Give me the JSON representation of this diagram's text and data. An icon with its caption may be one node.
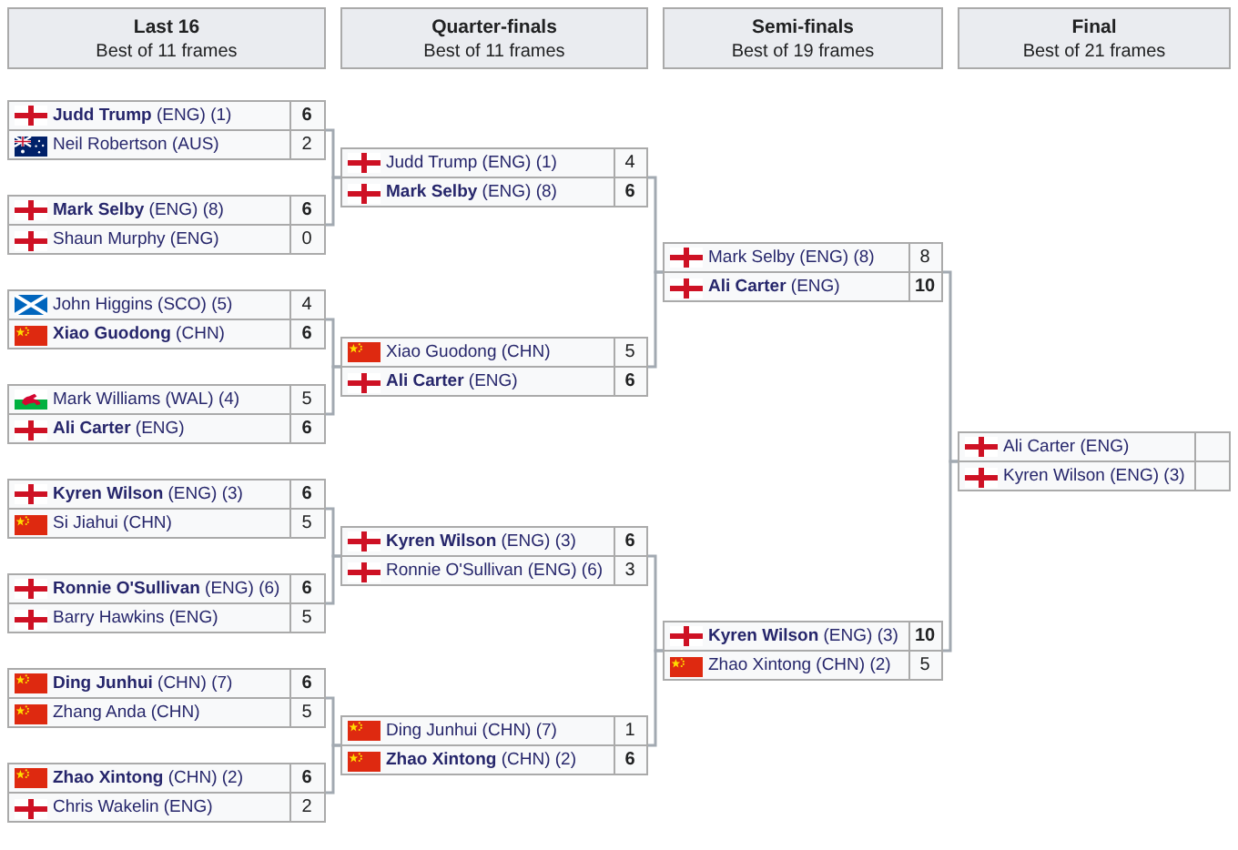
{
  "diagram": {
    "nodes": [
      {
        "text": [
          "Last 16",
          "Best of 11 frames"
        ]
      },
      {
        "text": [
          "Quarter-finals",
          "Best of 11 frames"
        ]
      },
      {
        "text": [
          "Semi-finals",
          "Best of 19 frames"
        ]
      },
      {
        "text": [
          "Final",
          "Best of 21 frames"
        ]
      },
      {
        "text": [
          "**Judd Trump** (ENG) (1)",
          "6",
          "Neil Robertson (AUS)",
          "2"
        ]
      },
      {
        "text": [
          "**Mark Selby** (ENG) (8)",
          "6",
          "Shaun Murphy (ENG)",
          "0"
        ]
      },
      {
        "text": [
          "John Higgins (SCO) (5)",
          "4",
          "**Xiao Guodong** (CHN)",
          "6"
        ]
      },
      {
        "text": [
          "Mark Williams (WAL) (4)",
          "5",
          "**Ali Carter** (ENG)",
          "6"
        ]
      },
      {
        "text": [
          "**Kyren Wilson** (ENG) (3)",
          "6",
          "Si Jiahui (CHN)",
          "5"
        ]
      },
      {
        "text": [
          "**Ronnie O'Sullivan** (ENG) (6)",
          "6",
          "Barry Hawkins (ENG)",
          "5"
        ]
      },
      {
        "text": [
          "**Ding Junhui** (CHN) (7)",
          "6",
          "Zhang Anda (CHN)",
          "5"
        ]
      },
      {
        "text": [
          "**Zhao Xintong** (CHN) (2)",
          "6",
          "Chris Wakelin (ENG)",
          "2"
        ]
      },
      {
        "text": [
          "Judd Trump (ENG) (1)",
          "4",
          "**Mark Selby** (ENG) (8)",
          "6"
        ]
      },
      {
        "text": [
          "Xiao Guodong (CHN)",
          "5",
          "**Ali Carter** (ENG)",
          "6"
        ]
      },
      {
        "text": [
          "**Kyren Wilson** (ENG) (3)",
          "6",
          "Ronnie O'Sullivan (ENG) (6)",
          "3"
        ]
      },
      {
        "text": [
          "Ding Junhui (CHN) (7)",
          "1",
          "**Zhao Xintong** (CHN) (2)",
          "6"
        ]
      },
      {
        "text": [
          "Mark Selby (ENG) (8)",
          "8",
          "**Ali Carter** (ENG)",
          "10"
        ]
      },
      {
        "text": [
          "**Kyren Wilson** (ENG) (3)",
          "10",
          "Zhao Xintong (CHN) (2)",
          "5"
        ]
      },
      {
        "text": [
          "Ali Carter (ENG)",
          "Kyren Wilson (ENG) (3)"
        ]
      }
    ],
    "edges": [
      {
        "from": 4,
        "to": 12,
        "arrow": "none"
      },
      {
        "from": 5,
        "to": 12,
        "arrow": "none"
      },
      {
        "from": 6,
        "to": 13,
        "arrow": "none"
      },
      {
        "from": 7,
        "to": 13,
        "arrow": "none"
      },
      {
        "from": 8,
        "to": 14,
        "arrow": "none"
      },
      {
        "from": 9,
        "to": 14,
        "arrow": "none"
      },
      {
        "from": 10,
        "to": 15,
        "arrow": "none"
      },
      {
        "from": 11,
        "to": 15,
        "arrow": "none"
      },
      {
        "from": 12,
        "to": 16,
        "arrow": "none"
      },
      {
        "from": 13,
        "to": 16,
        "arrow": "none"
      },
      {
        "from": 14,
        "to": 17,
        "arrow": "none"
      },
      {
        "from": 15,
        "to": 17,
        "arrow": "none"
      },
      {
        "from": 16,
        "to": 18,
        "arrow": "none"
      },
      {
        "from": 17,
        "to": 18,
        "arrow": "none"
      }
    ]
  }
}
